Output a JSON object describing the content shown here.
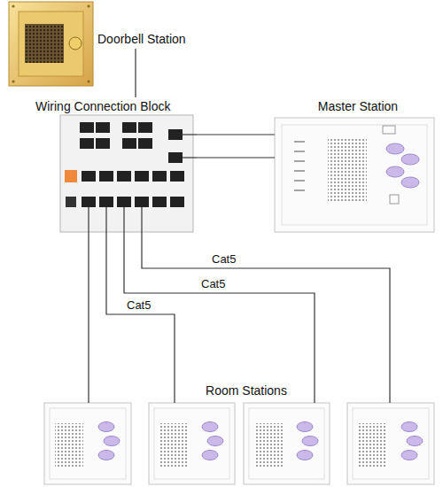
{
  "diagram": {
    "nodes": [
      {
        "text": [
          "Doorbell Station"
        ]
      },
      {
        "text": [
          "Wiring Connection Block"
        ]
      },
      {
        "text": [
          "Master Station"
        ]
      },
      {
        "text": [
          "Room Stations"
        ]
      }
    ],
    "edges": [
      {
        "from": 0,
        "to": 1,
        "arrow": "none"
      },
      {
        "from": 1,
        "to": 2,
        "arrow": "none"
      },
      {
        "from": 1,
        "to": 2,
        "arrow": "none"
      },
      {
        "from": 1,
        "to": 3,
        "arrow": "none"
      },
      {
        "from": 1,
        "to": 3,
        "label": "Cat5",
        "arrow": "none"
      },
      {
        "from": 1,
        "to": 3,
        "label": "Cat5",
        "arrow": "none"
      },
      {
        "from": 1,
        "to": 3,
        "label": "Cat5",
        "arrow": "none"
      }
    ]
  }
}
